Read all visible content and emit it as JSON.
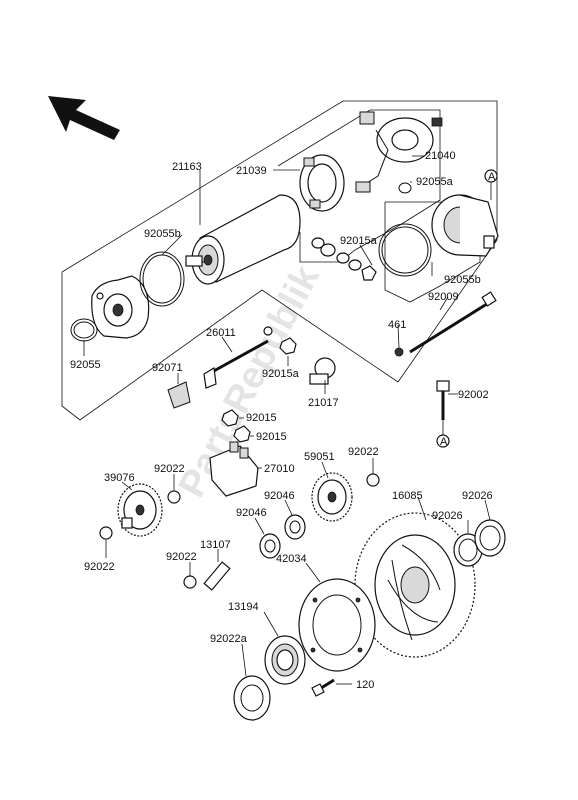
{
  "labels": {
    "p21163": "21163",
    "p21039": "21039",
    "p21040": "21040",
    "p92055a_1": "92055a",
    "p92055b_1": "92055b",
    "p92015a_1": "92015a",
    "p92055b_2": "92055b",
    "p92009": "92009",
    "p461": "461",
    "p92055": "92055",
    "p26011": "26011",
    "p92071": "92071",
    "p92015a_2": "92015a",
    "p21017": "21017",
    "p92002": "92002",
    "p92015_1": "92015",
    "p92015_2": "92015",
    "p39076": "39076",
    "p92022_1": "92022",
    "p27010": "27010",
    "p59051": "59051",
    "p92022_2": "92022",
    "p16085": "16085",
    "p92026_1": "92026",
    "p92026_2": "92026",
    "p92046_1": "92046",
    "p92046_2": "92046",
    "p92022_3": "92022",
    "p13107": "13107",
    "p92022_4": "92022",
    "p42034": "42034",
    "p13194": "13194",
    "p92022a": "92022a",
    "p120": "120",
    "refA_top": "A",
    "refA_bottom": "A"
  },
  "watermark": "PartsRepublik"
}
